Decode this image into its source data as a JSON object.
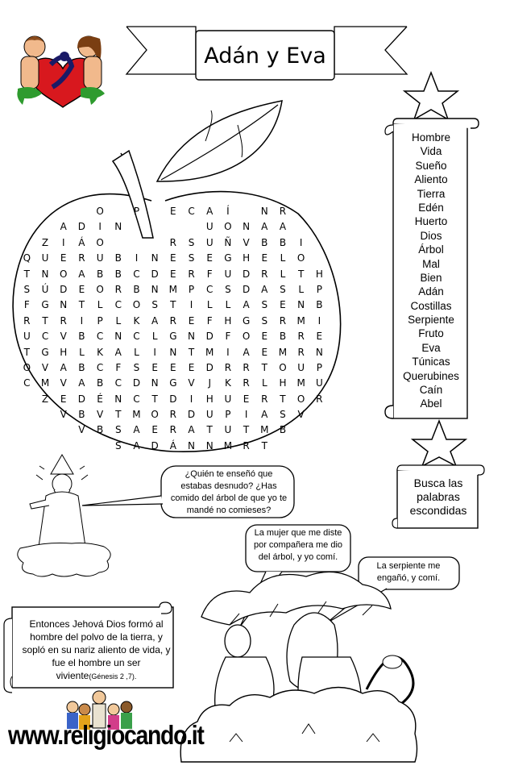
{
  "title": "Adán y Eva",
  "grid": [
    [
      "",
      "",
      "",
      "",
      "O",
      "",
      "P",
      "",
      "E",
      "C",
      "A",
      "Í",
      "",
      "N",
      "R",
      "",
      ""
    ],
    [
      "",
      "",
      "A",
      "D",
      "I",
      "N",
      "",
      "",
      "",
      "",
      "U",
      "O",
      "N",
      "A",
      "A",
      "",
      ""
    ],
    [
      "",
      "Z",
      "I",
      "Á",
      "O",
      "",
      "",
      "",
      "R",
      "S",
      "U",
      "Ñ",
      "V",
      "B",
      "B",
      "I",
      ""
    ],
    [
      "Q",
      "U",
      "E",
      "R",
      "U",
      "B",
      "I",
      "N",
      "E",
      "S",
      "E",
      "G",
      "H",
      "E",
      "L",
      "O",
      ""
    ],
    [
      "T",
      "N",
      "O",
      "A",
      "B",
      "B",
      "C",
      "D",
      "E",
      "R",
      "F",
      "U",
      "D",
      "R",
      "L",
      "T",
      "H"
    ],
    [
      "S",
      "Ú",
      "D",
      "E",
      "O",
      "R",
      "B",
      "N",
      "M",
      "P",
      "C",
      "S",
      "D",
      "A",
      "S",
      "L",
      "P"
    ],
    [
      "F",
      "G",
      "N",
      "T",
      "L",
      "C",
      "O",
      "S",
      "T",
      "I",
      "L",
      "L",
      "A",
      "S",
      "E",
      "N",
      "B"
    ],
    [
      "R",
      "T",
      "R",
      "I",
      "P",
      "L",
      "K",
      "A",
      "R",
      "E",
      "F",
      "H",
      "G",
      "S",
      "R",
      "M",
      "I"
    ],
    [
      "U",
      "C",
      "V",
      "B",
      "C",
      "N",
      "C",
      "L",
      "G",
      "N",
      "D",
      "F",
      "O",
      "E",
      "B",
      "R",
      "E"
    ],
    [
      "T",
      "G",
      "H",
      "L",
      "K",
      "A",
      "L",
      "I",
      "N",
      "T",
      "M",
      "I",
      "A",
      "E",
      "M",
      "R",
      "N"
    ],
    [
      "O",
      "V",
      "A",
      "B",
      "C",
      "F",
      "S",
      "E",
      "E",
      "E",
      "D",
      "R",
      "R",
      "T",
      "O",
      "U",
      "P"
    ],
    [
      "C",
      "M",
      "V",
      "A",
      "B",
      "C",
      "D",
      "N",
      "G",
      "V",
      "J",
      "K",
      "R",
      "L",
      "H",
      "M",
      "U"
    ],
    [
      "",
      "Z",
      "E",
      "D",
      "É",
      "N",
      "C",
      "T",
      "D",
      "I",
      "H",
      "U",
      "E",
      "R",
      "T",
      "O",
      "R"
    ],
    [
      "",
      "",
      "V",
      "B",
      "V",
      "T",
      "M",
      "O",
      "R",
      "D",
      "U",
      "P",
      "I",
      "A",
      "S",
      "V",
      ""
    ],
    [
      "",
      "",
      "",
      "V",
      "B",
      "S",
      "A",
      "E",
      "R",
      "A",
      "T",
      "U",
      "T",
      "M",
      "B",
      "",
      ""
    ],
    [
      "",
      "",
      "",
      "",
      "",
      "S",
      "A",
      "D",
      "Á",
      "N",
      "N",
      "M",
      "R",
      "T",
      "",
      "",
      ""
    ]
  ],
  "word_list": [
    "Hombre",
    "Vida",
    "Sueño",
    "Aliento",
    "Tierra",
    "Edén",
    "Huerto",
    "Dios",
    "Árbol",
    "Mal",
    "Bien",
    "Adán",
    "Costillas",
    "Serpiente",
    "Fruto",
    "Eva",
    "Túnicas",
    "Querubines",
    "Caín",
    "Abel"
  ],
  "busca": "Busca las palabras escondidas",
  "god_bubble": {
    "lines": [
      "¿Quién te enseñó que",
      "estabas desnudo? ¿Has",
      "comido del árbol de que yo te",
      "mandé no comieses?"
    ]
  },
  "adam_bubble": {
    "lines": [
      "La mujer que me diste",
      "por compañera me dio",
      "del árbol, y yo comí."
    ]
  },
  "eve_bubble": {
    "lines": [
      "La serpiente me",
      "engañó, y comí."
    ]
  },
  "genesis_scroll": {
    "lines": [
      "Entonces Jehová Dios formó al",
      "hombre del polvo de la tierra, y",
      "sopló en su nariz aliento de vida, y",
      "fue el hombre un ser"
    ],
    "last": "viviente",
    "ref": "(Génesis 2 ,7)."
  },
  "website": "www.religiocando.it",
  "icons": [
    "star-icon",
    "adam-eve-heart-logo",
    "god-figure",
    "adam-eve-serpent-scene",
    "children-group"
  ]
}
